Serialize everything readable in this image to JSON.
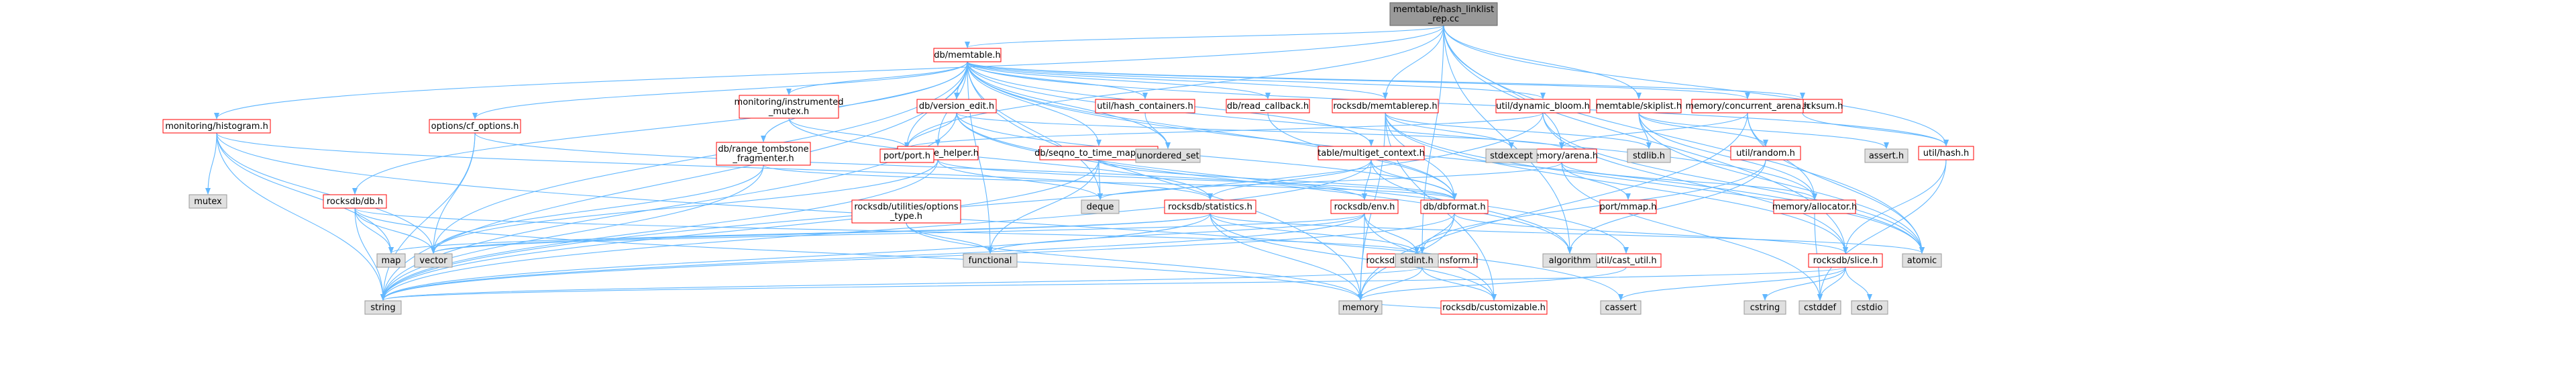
{
  "nodes": [
    {
      "id": "root",
      "lines": [
        "memtable/hash_linklist",
        "_rep.cc"
      ],
      "style": "root"
    },
    {
      "id": "memtable_h",
      "lines": [
        "db/memtable.h"
      ],
      "style": "red"
    },
    {
      "id": "histogram_h",
      "lines": [
        "monitoring/histogram.h"
      ],
      "style": "red"
    },
    {
      "id": "memtablerep_h",
      "lines": [
        "rocksdb/memtablerep.h"
      ],
      "style": "red"
    },
    {
      "id": "skiplist_h",
      "lines": [
        "memtable/skiplist.h"
      ],
      "style": "red"
    },
    {
      "id": "kv_checksum_h",
      "lines": [
        "db/kv_checksum.h"
      ],
      "style": "red"
    },
    {
      "id": "version_edit_h",
      "lines": [
        "db/version_edit.h"
      ],
      "style": "red"
    },
    {
      "id": "hash_containers_h",
      "lines": [
        "util/hash_containers.h"
      ],
      "style": "red"
    },
    {
      "id": "read_callback_h",
      "lines": [
        "db/read_callback.h"
      ],
      "style": "red"
    },
    {
      "id": "dynamic_bloom_h",
      "lines": [
        "util/dynamic_bloom.h"
      ],
      "style": "red"
    },
    {
      "id": "concurrent_arena_h",
      "lines": [
        "memory/concurrent_arena.h"
      ],
      "style": "red"
    },
    {
      "id": "instrumented_mutex_h",
      "lines": [
        "monitoring/instrumented",
        "_mutex.h"
      ],
      "style": "red"
    },
    {
      "id": "cf_options_h",
      "lines": [
        "options/cf_options.h"
      ],
      "style": "red"
    },
    {
      "id": "range_tombstone_h",
      "lines": [
        "db/range_tombstone",
        "_fragmenter.h"
      ],
      "style": "red"
    },
    {
      "id": "merge_helper_h",
      "lines": [
        "db/merge_helper.h"
      ],
      "style": "red"
    },
    {
      "id": "seqno_h",
      "lines": [
        "db/seqno_to_time_mapping.h"
      ],
      "style": "red"
    },
    {
      "id": "multiget_h",
      "lines": [
        "table/multiget_context.h"
      ],
      "style": "red"
    },
    {
      "id": "port_h",
      "lines": [
        "port/port.h"
      ],
      "style": "red"
    },
    {
      "id": "arena_h",
      "lines": [
        "memory/arena.h"
      ],
      "style": "red"
    },
    {
      "id": "random_h",
      "lines": [
        "util/random.h"
      ],
      "style": "red"
    },
    {
      "id": "hash_h",
      "lines": [
        "util/hash.h"
      ],
      "style": "red"
    },
    {
      "id": "rocksdb_db_h",
      "lines": [
        "rocksdb/db.h"
      ],
      "style": "red"
    },
    {
      "id": "options_type_h",
      "lines": [
        "rocksdb/utilities/options",
        "_type.h"
      ],
      "style": "red"
    },
    {
      "id": "statistics_h",
      "lines": [
        "rocksdb/statistics.h"
      ],
      "style": "red"
    },
    {
      "id": "env_h",
      "lines": [
        "rocksdb/env.h"
      ],
      "style": "red"
    },
    {
      "id": "dbformat_h",
      "lines": [
        "db/dbformat.h"
      ],
      "style": "red"
    },
    {
      "id": "mmap_h",
      "lines": [
        "port/mmap.h"
      ],
      "style": "red"
    },
    {
      "id": "allocator_h",
      "lines": [
        "memory/allocator.h"
      ],
      "style": "red"
    },
    {
      "id": "slice_transform_h",
      "lines": [
        "rocksdb/slice_transform.h"
      ],
      "style": "red"
    },
    {
      "id": "cast_util_h",
      "lines": [
        "util/cast_util.h"
      ],
      "style": "red"
    },
    {
      "id": "slice_h",
      "lines": [
        "rocksdb/slice.h"
      ],
      "style": "red"
    },
    {
      "id": "customizable_h",
      "lines": [
        "rocksdb/customizable.h"
      ],
      "style": "red"
    },
    {
      "id": "mutex",
      "lines": [
        "mutex"
      ],
      "style": "grey"
    },
    {
      "id": "unordered_set",
      "lines": [
        "unordered_set"
      ],
      "style": "grey"
    },
    {
      "id": "stdexcept",
      "lines": [
        "stdexcept"
      ],
      "style": "grey"
    },
    {
      "id": "stdlib_h",
      "lines": [
        "stdlib.h"
      ],
      "style": "grey"
    },
    {
      "id": "assert_h",
      "lines": [
        "assert.h"
      ],
      "style": "grey"
    },
    {
      "id": "deque",
      "lines": [
        "deque"
      ],
      "style": "grey"
    },
    {
      "id": "algorithm",
      "lines": [
        "algorithm"
      ],
      "style": "grey"
    },
    {
      "id": "map",
      "lines": [
        "map"
      ],
      "style": "grey"
    },
    {
      "id": "vector",
      "lines": [
        "vector"
      ],
      "style": "grey"
    },
    {
      "id": "functional",
      "lines": [
        "functional"
      ],
      "style": "grey"
    },
    {
      "id": "stdint_h",
      "lines": [
        "stdint.h"
      ],
      "style": "grey"
    },
    {
      "id": "atomic",
      "lines": [
        "atomic"
      ],
      "style": "grey"
    },
    {
      "id": "string",
      "lines": [
        "string"
      ],
      "style": "grey"
    },
    {
      "id": "memory",
      "lines": [
        "memory"
      ],
      "style": "grey"
    },
    {
      "id": "cassert",
      "lines": [
        "cassert"
      ],
      "style": "grey"
    },
    {
      "id": "cstring",
      "lines": [
        "cstring"
      ],
      "style": "grey"
    },
    {
      "id": "cstddef",
      "lines": [
        "cstddef"
      ],
      "style": "grey"
    },
    {
      "id": "cstdio",
      "lines": [
        "cstdio"
      ],
      "style": "grey"
    }
  ],
  "edges": [
    [
      "root",
      "memtable_h"
    ],
    [
      "root",
      "histogram_h"
    ],
    [
      "root",
      "memtablerep_h"
    ],
    [
      "root",
      "skiplist_h"
    ],
    [
      "root",
      "port_h"
    ],
    [
      "root",
      "arena_h"
    ],
    [
      "root",
      "hash_h"
    ],
    [
      "root",
      "slice_h"
    ],
    [
      "root",
      "slice_transform_h"
    ],
    [
      "root",
      "atomic"
    ],
    [
      "root",
      "algorithm"
    ],
    [
      "memtable_h",
      "kv_checksum_h"
    ],
    [
      "memtable_h",
      "version_edit_h"
    ],
    [
      "memtable_h",
      "hash_containers_h"
    ],
    [
      "memtable_h",
      "read_callback_h"
    ],
    [
      "memtable_h",
      "dynamic_bloom_h"
    ],
    [
      "memtable_h",
      "concurrent_arena_h"
    ],
    [
      "memtable_h",
      "instrumented_mutex_h"
    ],
    [
      "memtable_h",
      "cf_options_h"
    ],
    [
      "memtable_h",
      "range_tombstone_h"
    ],
    [
      "memtable_h",
      "merge_helper_h"
    ],
    [
      "memtable_h",
      "seqno_h"
    ],
    [
      "memtable_h",
      "multiget_h"
    ],
    [
      "memtable_h",
      "rocksdb_db_h"
    ],
    [
      "memtable_h",
      "memtablerep_h"
    ],
    [
      "memtable_h",
      "dbformat_h"
    ],
    [
      "memtable_h",
      "allocator_h"
    ],
    [
      "memtable_h",
      "hash_h"
    ],
    [
      "memtable_h",
      "port_h"
    ],
    [
      "memtable_h",
      "unordered_set"
    ],
    [
      "memtable_h",
      "deque"
    ],
    [
      "memtable_h",
      "vector"
    ],
    [
      "memtable_h",
      "functional"
    ],
    [
      "memtable_h",
      "atomic"
    ],
    [
      "memtable_h",
      "string"
    ],
    [
      "memtable_h",
      "memory"
    ],
    [
      "histogram_h",
      "mutex"
    ],
    [
      "histogram_h",
      "statistics_h"
    ],
    [
      "histogram_h",
      "map"
    ],
    [
      "histogram_h",
      "vector"
    ],
    [
      "histogram_h",
      "string"
    ],
    [
      "histogram_h",
      "cassert"
    ],
    [
      "memtablerep_h",
      "stdexcept"
    ],
    [
      "memtablerep_h",
      "stdlib_h"
    ],
    [
      "memtablerep_h",
      "slice_h"
    ],
    [
      "memtablerep_h",
      "customizable_h"
    ],
    [
      "memtablerep_h",
      "dbformat_h"
    ],
    [
      "memtablerep_h",
      "atomic"
    ],
    [
      "memtablerep_h",
      "memory"
    ],
    [
      "skiplist_h",
      "assert_h"
    ],
    [
      "skiplist_h",
      "stdlib_h"
    ],
    [
      "skiplist_h",
      "allocator_h"
    ],
    [
      "skiplist_h",
      "random_h"
    ],
    [
      "skiplist_h",
      "atomic"
    ],
    [
      "kv_checksum_h",
      "hash_h"
    ],
    [
      "version_edit_h",
      "port_h"
    ],
    [
      "version_edit_h",
      "arena_h"
    ],
    [
      "version_edit_h",
      "dbformat_h"
    ],
    [
      "version_edit_h",
      "cast_util_h"
    ],
    [
      "version_edit_h",
      "algorithm"
    ],
    [
      "version_edit_h",
      "string"
    ],
    [
      "hash_containers_h",
      "unordered_set"
    ],
    [
      "read_callback_h",
      "dbformat_h"
    ],
    [
      "dynamic_bloom_h",
      "port_h"
    ],
    [
      "dynamic_bloom_h",
      "slice_h"
    ],
    [
      "dynamic_bloom_h",
      "atomic"
    ],
    [
      "dynamic_bloom_h",
      "string"
    ],
    [
      "concurrent_arena_h",
      "arena_h"
    ],
    [
      "concurrent_arena_h",
      "allocator_h"
    ],
    [
      "concurrent_arena_h",
      "atomic"
    ],
    [
      "concurrent_arena_h",
      "memory"
    ],
    [
      "instrumented_mutex_h",
      "statistics_h"
    ],
    [
      "instrumented_mutex_h",
      "port_h"
    ],
    [
      "cf_options_h",
      "vector"
    ],
    [
      "cf_options_h",
      "string"
    ],
    [
      "cf_options_h",
      "env_h"
    ],
    [
      "range_tombstone_h",
      "vector"
    ],
    [
      "range_tombstone_h",
      "string"
    ],
    [
      "range_tombstone_h",
      "dbformat_h"
    ],
    [
      "merge_helper_h",
      "deque"
    ],
    [
      "merge_helper_h",
      "vector"
    ],
    [
      "merge_helper_h",
      "string"
    ],
    [
      "merge_helper_h",
      "dbformat_h"
    ],
    [
      "seqno_h",
      "deque"
    ],
    [
      "seqno_h",
      "functional"
    ],
    [
      "seqno_h",
      "string"
    ],
    [
      "seqno_h",
      "dbformat_h"
    ],
    [
      "multiget_h",
      "algorithm"
    ],
    [
      "multiget_h",
      "string"
    ],
    [
      "multiget_h",
      "env_h"
    ],
    [
      "multiget_h",
      "statistics_h"
    ],
    [
      "multiget_h",
      "dbformat_h"
    ],
    [
      "arena_h",
      "mmap_h"
    ],
    [
      "arena_h",
      "allocator_h"
    ],
    [
      "arena_h",
      "deque"
    ],
    [
      "arena_h",
      "cstddef"
    ],
    [
      "random_h",
      "algorithm"
    ],
    [
      "random_h",
      "stdint_h"
    ],
    [
      "hash_h",
      "slice_h"
    ],
    [
      "hash_h",
      "cstddef"
    ],
    [
      "rocksdb_db_h",
      "map"
    ],
    [
      "rocksdb_db_h",
      "vector"
    ],
    [
      "rocksdb_db_h",
      "string"
    ],
    [
      "rocksdb_db_h",
      "memory"
    ],
    [
      "rocksdb_db_h",
      "stdint_h"
    ],
    [
      "options_type_h",
      "functional"
    ],
    [
      "options_type_h",
      "memory"
    ],
    [
      "statistics_h",
      "map"
    ],
    [
      "statistics_h",
      "vector"
    ],
    [
      "statistics_h",
      "string"
    ],
    [
      "statistics_h",
      "memory"
    ],
    [
      "statistics_h",
      "stdint_h"
    ],
    [
      "statistics_h",
      "atomic"
    ],
    [
      "statistics_h",
      "customizable_h"
    ],
    [
      "env_h",
      "vector"
    ],
    [
      "env_h",
      "functional"
    ],
    [
      "env_h",
      "string"
    ],
    [
      "env_h",
      "memory"
    ],
    [
      "env_h",
      "stdint_h"
    ],
    [
      "env_h",
      "customizable_h"
    ],
    [
      "dbformat_h",
      "slice_h"
    ],
    [
      "dbformat_h",
      "slice_transform_h"
    ],
    [
      "dbformat_h",
      "string"
    ],
    [
      "dbformat_h",
      "memory"
    ],
    [
      "allocator_h",
      "cstddef"
    ],
    [
      "slice_transform_h",
      "string"
    ],
    [
      "slice_transform_h",
      "memory"
    ],
    [
      "slice_transform_h",
      "customizable_h"
    ],
    [
      "cast_util_h",
      "memory"
    ],
    [
      "slice_h",
      "cassert"
    ],
    [
      "slice_h",
      "cstring"
    ],
    [
      "slice_h",
      "cstddef"
    ],
    [
      "slice_h",
      "cstdio"
    ],
    [
      "slice_h",
      "string"
    ],
    [
      "customizable_h",
      "memory"
    ]
  ]
}
